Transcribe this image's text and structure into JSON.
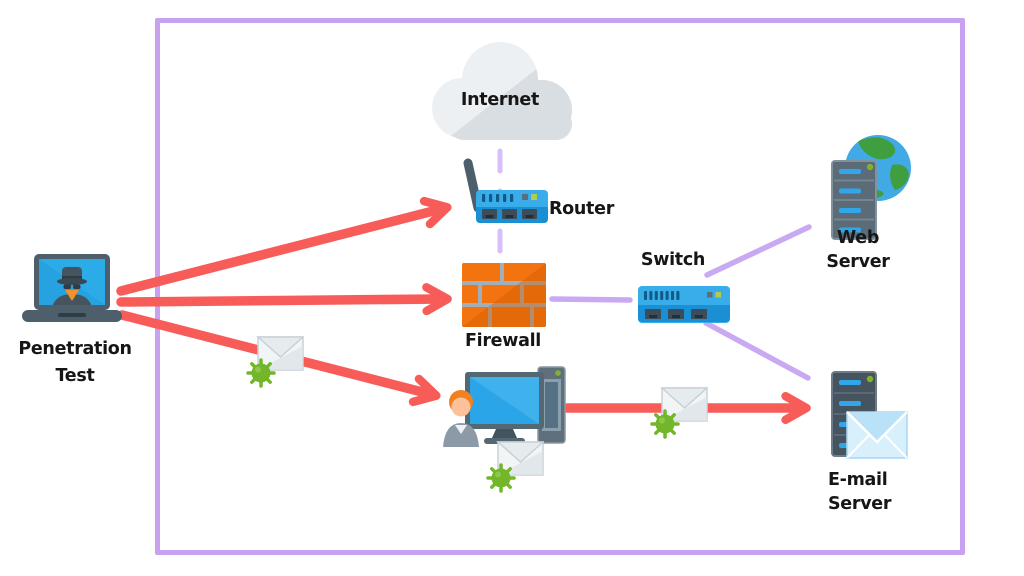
{
  "diagram": {
    "type": "network-penetration-test-diagram",
    "nodes": {
      "penetration_test": {
        "label": "Penetration\nTest"
      },
      "internet": {
        "label": "Internet"
      },
      "router": {
        "label": "Router"
      },
      "firewall": {
        "label": "Firewall"
      },
      "switch": {
        "label": "Switch"
      },
      "web_server": {
        "label": "Web\nServer"
      },
      "email_server": {
        "label": "E-mail\nServer"
      },
      "workstation": {
        "label": ""
      }
    },
    "icons": {
      "penetration_test": "laptop-hacker-icon",
      "internet": "cloud-icon",
      "router": "wifi-router-icon",
      "firewall": "brick-wall-icon",
      "switch": "network-switch-icon",
      "web_server": "server-globe-icon",
      "email_server": "server-envelope-icon",
      "workstation": "user-desktop-icon",
      "malware": "virus-envelope-icon"
    },
    "connections": [
      {
        "from": "internet",
        "to": "router",
        "style": "dashed",
        "color": "purple"
      },
      {
        "from": "firewall",
        "to": "switch",
        "style": "solid",
        "color": "purple"
      },
      {
        "from": "switch",
        "to": "web_server",
        "style": "solid",
        "color": "purple"
      },
      {
        "from": "switch",
        "to": "email_server",
        "style": "solid",
        "color": "purple"
      }
    ],
    "attack_arrows": [
      {
        "from": "penetration_test",
        "to": "router"
      },
      {
        "from": "penetration_test",
        "to": "firewall"
      },
      {
        "from": "penetration_test",
        "to": "workstation",
        "payload": "virus-email"
      },
      {
        "from": "workstation",
        "to": "email_server",
        "payload": "virus-email"
      }
    ],
    "colors": {
      "border": "#c8a2f0",
      "connector": "#c9a9f2",
      "dashed_connector": "#d9bff9",
      "attack_arrow": "#f85c58",
      "device_blue": "#2fa3e6",
      "firewall_orange": "#f2730f",
      "virus_green": "#72b629",
      "label_text": "#161616"
    }
  }
}
